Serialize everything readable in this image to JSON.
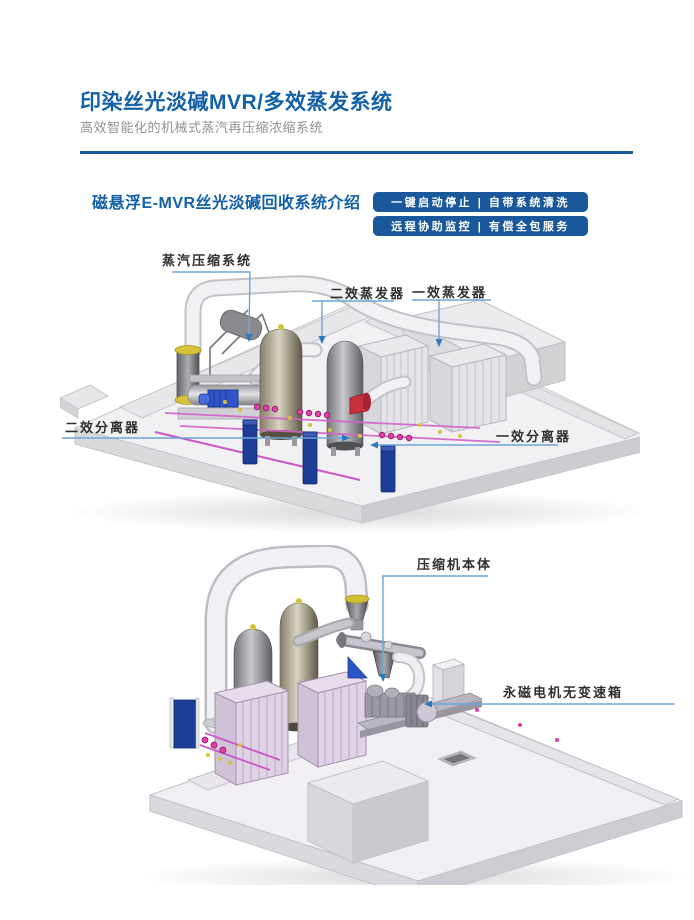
{
  "header": {
    "title": "印染丝光淡碱MVR/多效蒸发系统",
    "subtitle": "高效智能化的机械式蒸汽再压缩浓缩系统"
  },
  "section": {
    "title": "磁悬浮E-MVR丝光淡碱回收系统介绍",
    "badges": [
      "一键启动停止 | 自带系统清洗",
      "远程协助监控 | 有偿全包服务"
    ]
  },
  "figure1": {
    "description": "MVR evaporation system 3D overview",
    "labels": {
      "steam_compression": "蒸汽压缩系统",
      "effect2_evaporator": "二效蒸发器",
      "effect1_evaporator": "一效蒸发器",
      "effect2_separator": "二效分离器",
      "effect1_separator": "一效分离器"
    }
  },
  "figure2": {
    "description": "Compressor skid 3D detail view",
    "labels": {
      "compressor_body": "压缩机本体",
      "pm_motor": "永磁电机无变速箱"
    }
  },
  "colors": {
    "accent_blue": "#1461A8",
    "divider_blue": "#1B5A96",
    "badge_bg": "#19599B",
    "leader_line": "#6FA6D8",
    "leader_arrow": "#2E79BE"
  }
}
